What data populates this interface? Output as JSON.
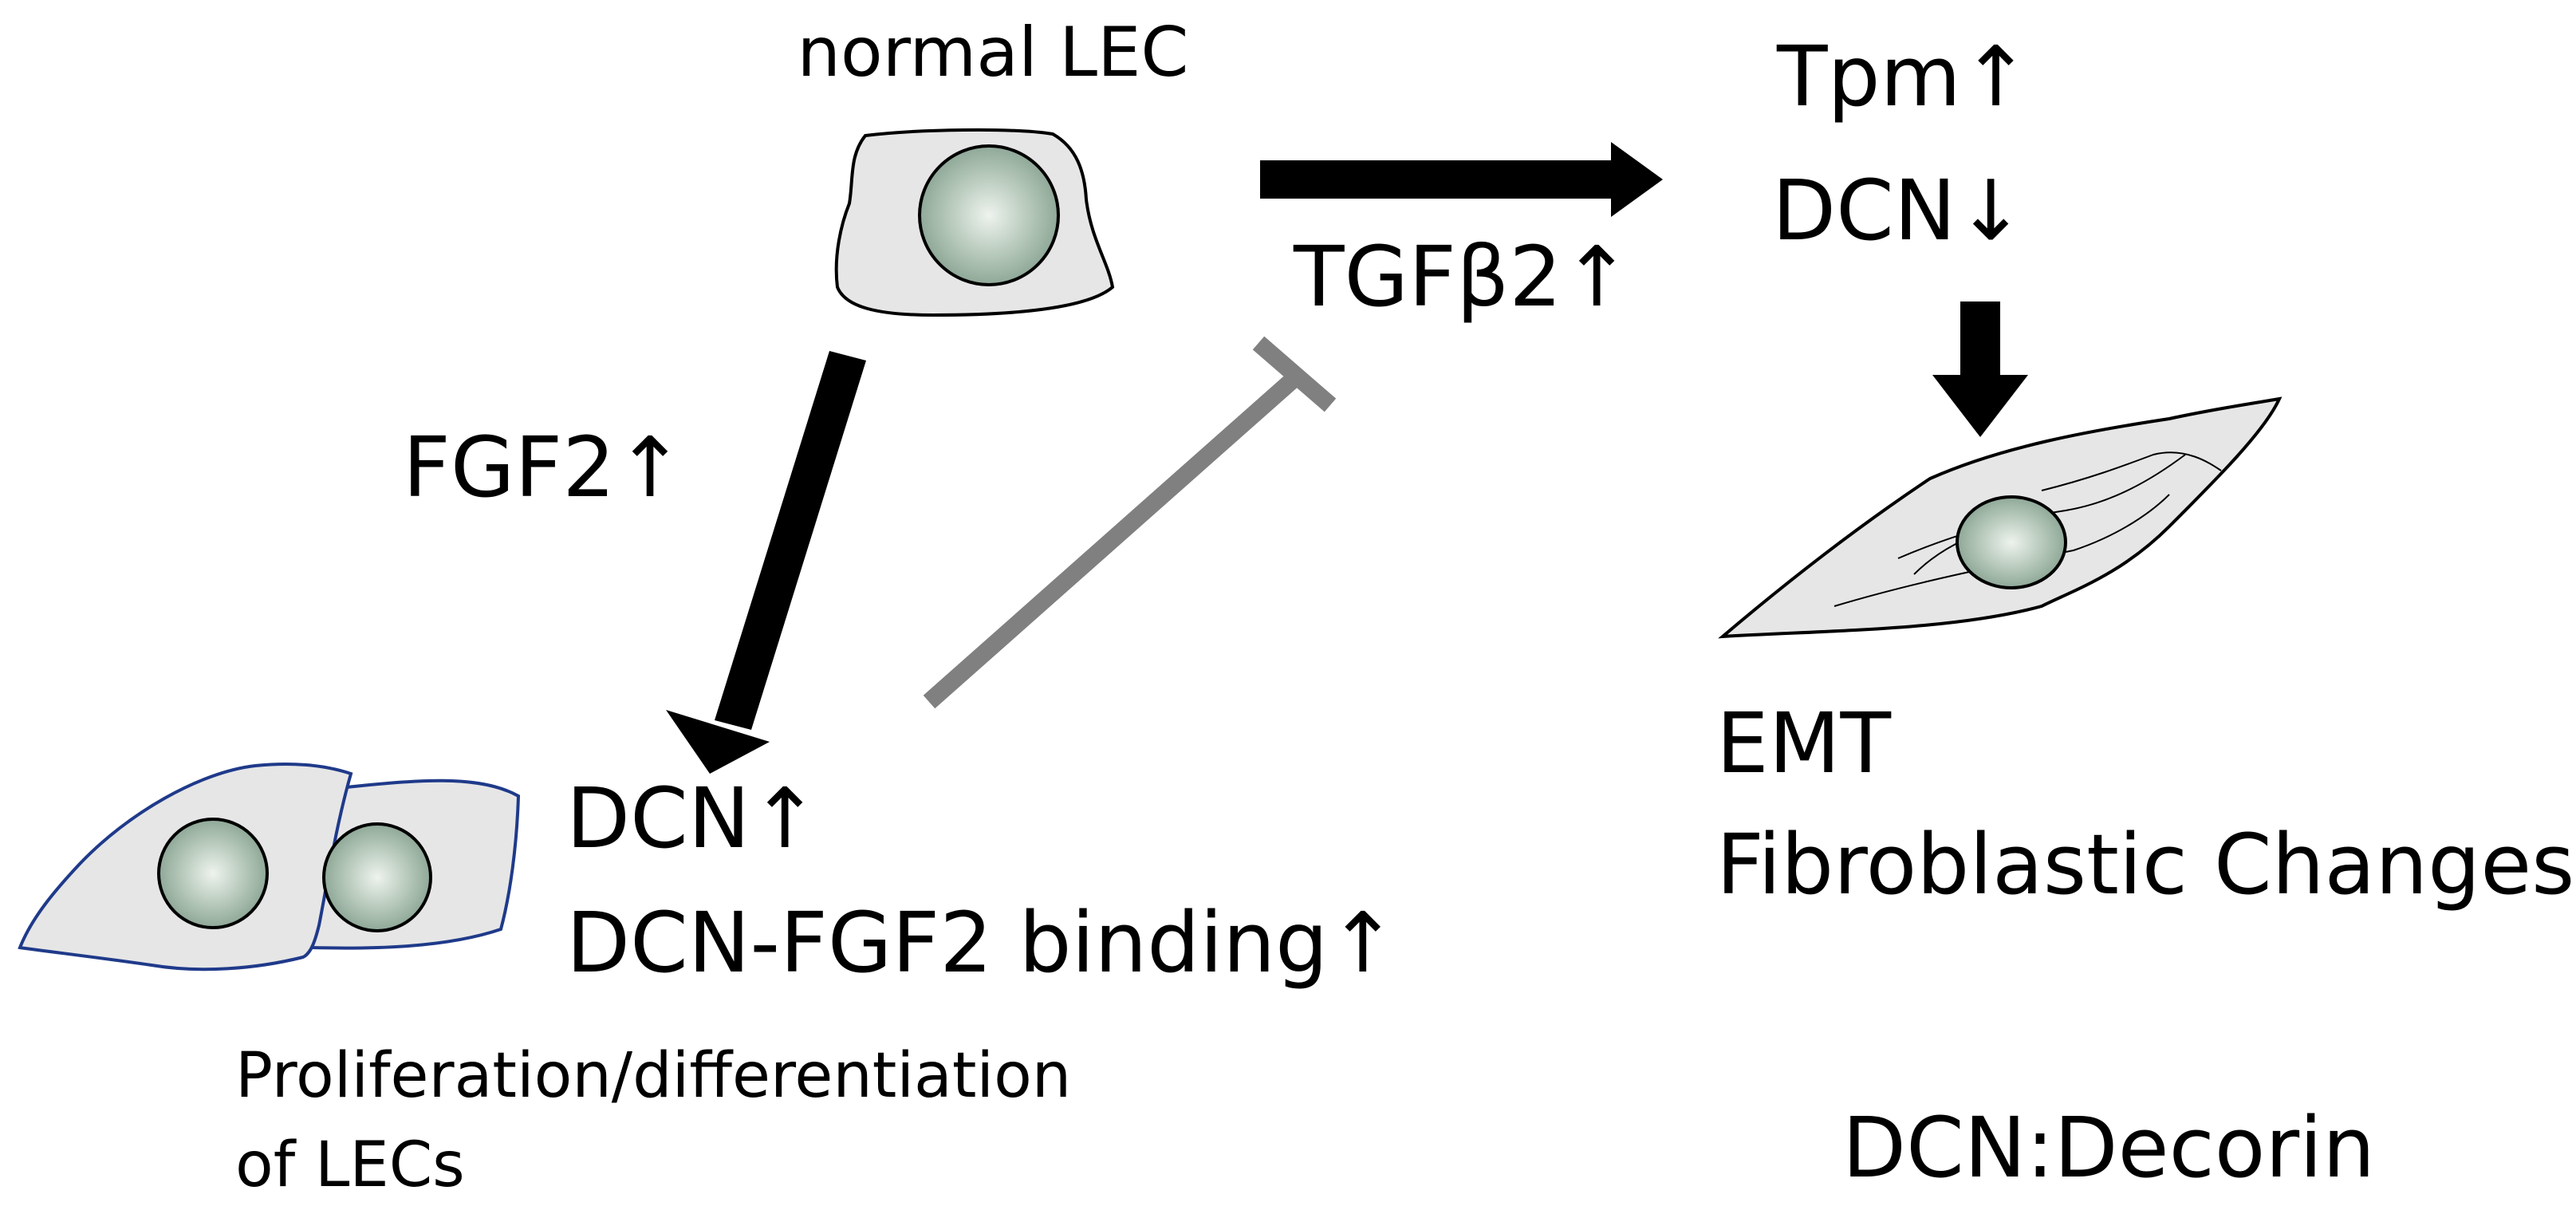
{
  "labels": {
    "normal_lec": "normal LEC",
    "tgfb2_up": "TGFβ2↑",
    "tpm_up": "Tpm↑",
    "dcn_down": "DCN↓",
    "fgf2_up": "FGF2↑",
    "dcn_up": "DCN↑",
    "dcn_fgf2_binding": "DCN-FGF2 binding↑",
    "proliferation_line1": "Proliferation/differentiation",
    "proliferation_line2": "of LECs",
    "emt": "EMT",
    "fibroblastic_changes": "Fibroblastic Changes",
    "legend_dcn": "DCN:Decorin"
  },
  "colors": {
    "arrow": "#000000",
    "inhibition": "#808080",
    "cell_fill": "#e6e6e6",
    "cell_outline": "#000000",
    "lec_cluster_outline": "#1f3a8a",
    "nucleus_center": "#e4ece4",
    "nucleus_edge": "#8fa898"
  }
}
